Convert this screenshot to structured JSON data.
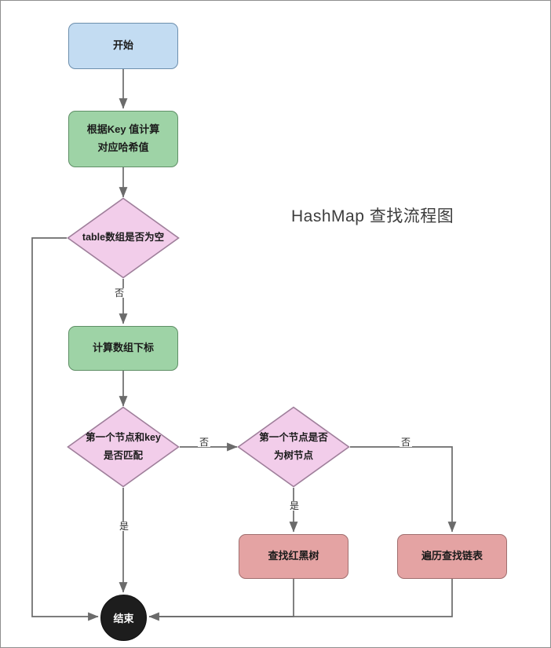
{
  "diagram": {
    "title": "HashMap 查找流程图",
    "colors": {
      "start_fill": "#c3dcf2",
      "process_fill": "#9ed3a6",
      "decision_fill": "#f2cdea",
      "action_fill": "#e4a3a3",
      "end_fill": "#1d1d1d",
      "edge_stroke": "#6b6b6b",
      "frame_border": "#8f8f8f"
    },
    "nodes": {
      "start": {
        "label": "开始",
        "shape": "rounded-rect",
        "type": "start"
      },
      "hash": {
        "line1": "根据Key 值计算",
        "line2": "对应哈希值",
        "shape": "rounded-rect",
        "type": "process"
      },
      "table_empty": {
        "label": "table数组是否为空",
        "shape": "diamond",
        "type": "decision"
      },
      "index": {
        "label": "计算数组下标",
        "shape": "rounded-rect",
        "type": "process"
      },
      "first_match": {
        "line1": "第一个节点和key",
        "line2": "是否匹配",
        "shape": "diamond",
        "type": "decision"
      },
      "is_tree": {
        "line1": "第一个节点是否",
        "line2": "为树节点",
        "shape": "diamond",
        "type": "decision"
      },
      "search_rbtree": {
        "label": "查找红黑树",
        "shape": "rounded-rect",
        "type": "action"
      },
      "traverse_list": {
        "label": "遍历查找链表",
        "shape": "rounded-rect",
        "type": "action"
      },
      "end": {
        "label": "结束",
        "shape": "circle",
        "type": "end"
      }
    },
    "edge_labels": {
      "table_empty_no": "否",
      "first_match_no": "否",
      "first_match_yes": "是",
      "is_tree_no": "否",
      "is_tree_yes": "是"
    }
  }
}
